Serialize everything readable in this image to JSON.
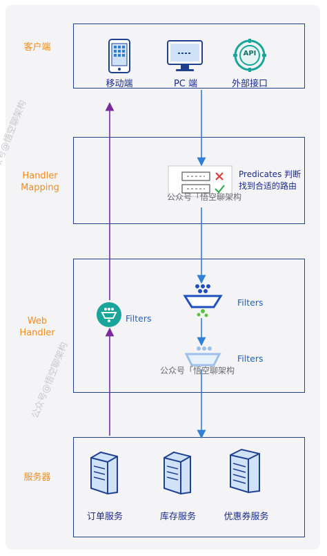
{
  "tiers": {
    "client": "客户端",
    "handler_mapping": "Handler\nMapping",
    "web_handler": "Web\nHandler",
    "server": "服务器"
  },
  "client_items": [
    "移动端",
    "PC 端",
    "外部接口"
  ],
  "api_badge": "API",
  "predicates_label": "Predicates 判断\n找到合适的路由",
  "filters_label": "Filters",
  "services": [
    "订单服务",
    "库存服务",
    "优惠券服务"
  ],
  "watermark": "公众号「悟空聊架构",
  "watermark_diag": "公众号@悟空聊架构",
  "colors": {
    "accent_orange": "#f08c1e",
    "border_navy": "#1f3f8f",
    "arrow_blue": "#2f7fd6",
    "arrow_purple": "#7a2a9e",
    "filter_blue": "#1f5fbf",
    "filter_green": "#58c43a"
  }
}
